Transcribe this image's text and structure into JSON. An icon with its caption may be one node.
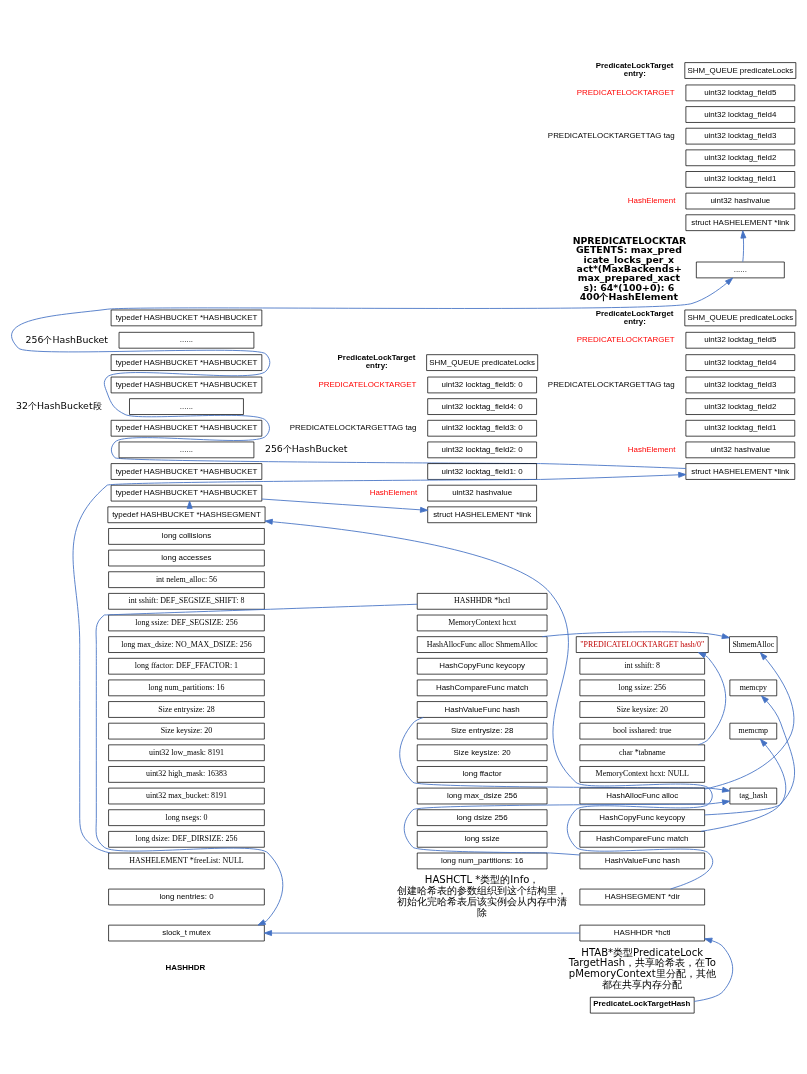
{
  "diagram": {
    "nodes": [
      {
        "text": [
          "SHM_QUEUE predicateLocks"
        ]
      },
      {
        "text": [
          "uint32 locktag_field5"
        ]
      },
      {
        "text": [
          "uint32 locktag_field4"
        ]
      },
      {
        "text": [
          "uint32 locktag_field3"
        ]
      },
      {
        "text": [
          "uint32 locktag_field2"
        ]
      },
      {
        "text": [
          "uint32 locktag_field1"
        ]
      },
      {
        "text": [
          "uint32 hashvalue"
        ]
      },
      {
        "text": [
          "struct HASHELEMENT *link"
        ]
      },
      {
        "text": [
          "......"
        ]
      },
      {
        "text": [
          "SHM_QUEUE predicateLocks"
        ]
      },
      {
        "text": [
          "uint32 locktag_field5"
        ]
      },
      {
        "text": [
          "uint32 locktag_field4"
        ]
      },
      {
        "text": [
          "uint32 locktag_field3"
        ]
      },
      {
        "text": [
          "uint32 locktag_field2"
        ]
      },
      {
        "text": [
          "uint32 locktag_field1"
        ]
      },
      {
        "text": [
          "uint32 hashvalue"
        ]
      },
      {
        "text": [
          "struct HASHELEMENT *link"
        ]
      },
      {
        "text": [
          "SHM_QUEUE predicateLocks"
        ]
      },
      {
        "text": [
          "uint32 locktag_field5: 0"
        ]
      },
      {
        "text": [
          "uint32 locktag_field4: 0"
        ]
      },
      {
        "text": [
          "uint32 locktag_field3: 0"
        ]
      },
      {
        "text": [
          "uint32 locktag_field2: 0"
        ]
      },
      {
        "text": [
          "uint32 locktag_field1: 0"
        ]
      },
      {
        "text": [
          "uint32 hashvalue"
        ]
      },
      {
        "text": [
          "struct HASHELEMENT *link"
        ]
      },
      {
        "text": [
          "typedef HASHBUCKET *HASHBUCKET"
        ]
      },
      {
        "text": [
          "......"
        ]
      },
      {
        "text": [
          "typedef HASHBUCKET *HASHBUCKET"
        ]
      },
      {
        "text": [
          "typedef HASHBUCKET *HASHBUCKET"
        ]
      },
      {
        "text": [
          "......"
        ]
      },
      {
        "text": [
          "typedef HASHBUCKET *HASHBUCKET"
        ]
      },
      {
        "text": [
          "......"
        ]
      },
      {
        "text": [
          "typedef HASHBUCKET *HASHBUCKET"
        ]
      },
      {
        "text": [
          "typedef HASHBUCKET *HASHBUCKET"
        ]
      },
      {
        "text": [
          "typedef HASHBUCKET *HASHSEGMENT"
        ]
      },
      {
        "text": [
          "long collisions"
        ]
      },
      {
        "text": [
          "long accesses"
        ]
      },
      {
        "text": [
          "int nelem_alloc: 56"
        ]
      },
      {
        "text": [
          "int sshift: DEF_SEGSIZE_SHIFT: 8"
        ]
      },
      {
        "text": [
          "long ssize: DEF_SEGSIZE: 256"
        ]
      },
      {
        "text": [
          "long max_dsize: NO_MAX_DSIZE: 256"
        ]
      },
      {
        "text": [
          "long ffactor: DEF_FFACTOR: 1"
        ]
      },
      {
        "text": [
          "long num_partitions: 16"
        ]
      },
      {
        "text": [
          "Size entrysize: 28"
        ]
      },
      {
        "text": [
          "Size keysize: 20"
        ]
      },
      {
        "text": [
          "uint32 low_mask: 8191"
        ]
      },
      {
        "text": [
          "uint32 high_mask: 16383"
        ]
      },
      {
        "text": [
          "uint32 max_bucket: 8191"
        ]
      },
      {
        "text": [
          "long nsegs: 0"
        ]
      },
      {
        "text": [
          "long dsize: DEF_DIRSIZE: 256"
        ]
      },
      {
        "text": [
          "HASHELEMENT *freeList: NULL"
        ]
      },
      {
        "text": [
          "long nentries: 0"
        ]
      },
      {
        "text": [
          "slock_t mutex"
        ]
      },
      {
        "text": [
          "HASHHDR *hctl"
        ]
      },
      {
        "text": [
          "MemoryContext hcxt"
        ]
      },
      {
        "text": [
          "HashAllocFunc alloc ShmemAlloc"
        ]
      },
      {
        "text": [
          "HashCopyFunc keycopy"
        ]
      },
      {
        "text": [
          "HashCompareFunc match"
        ]
      },
      {
        "text": [
          "HashValueFunc hash"
        ]
      },
      {
        "text": [
          "Size entrysize: 28"
        ]
      },
      {
        "text": [
          "Size keysize: 20"
        ]
      },
      {
        "text": [
          "long ffactor"
        ]
      },
      {
        "text": [
          "long max_dsize 256"
        ]
      },
      {
        "text": [
          "long dsize 256"
        ]
      },
      {
        "text": [
          "long ssize"
        ]
      },
      {
        "text": [
          "long num_partitions: 16"
        ]
      },
      {
        "text": [
          "ShmemAlloc"
        ]
      },
      {
        "text": [
          "memcpy"
        ]
      },
      {
        "text": [
          "memcmp"
        ]
      },
      {
        "text": [
          "tag_hash"
        ]
      },
      {
        "text": [
          "\"PREDICATELOCKTARGET hash/0\""
        ]
      },
      {
        "text": [
          "int sshift: 8"
        ]
      },
      {
        "text": [
          "long ssize: 256"
        ]
      },
      {
        "text": [
          "Size keysize: 20"
        ]
      },
      {
        "text": [
          "bool isshared: true"
        ]
      },
      {
        "text": [
          "char *tabname"
        ]
      },
      {
        "text": [
          "MemoryContext hcxt: NULL"
        ]
      },
      {
        "text": [
          "HashAllocFunc alloc"
        ]
      },
      {
        "text": [
          "HashCopyFunc keycopy"
        ]
      },
      {
        "text": [
          "HashCompareFunc match"
        ]
      },
      {
        "text": [
          "HashValueFunc hash"
        ]
      },
      {
        "text": [
          "HASHSEGMENT *dir"
        ]
      },
      {
        "text": [
          "HASHHDR *hctl"
        ]
      },
      {
        "text": [
          "PredicateLockTargetHash"
        ]
      }
    ],
    "edges": [
      {
        "from": 16,
        "to": 8,
        "arrow": "to"
      },
      {
        "from": 8,
        "to": 7,
        "arrow": "to"
      },
      {
        "from": 50,
        "to": 16,
        "arrow": "to"
      },
      {
        "from": 33,
        "to": 24,
        "arrow": "to"
      },
      {
        "from": 34,
        "to": 33,
        "arrow": "to"
      },
      {
        "from": 81,
        "to": 34,
        "arrow": "to"
      },
      {
        "from": 53,
        "to": 52,
        "arrow": "to"
      },
      {
        "from": 82,
        "to": 52,
        "arrow": "to"
      },
      {
        "from": 55,
        "to": 66,
        "arrow": "to"
      },
      {
        "from": 58,
        "to": 69,
        "arrow": "to"
      },
      {
        "from": 77,
        "to": 66,
        "arrow": "to"
      },
      {
        "from": 78,
        "to": 67,
        "arrow": "to"
      },
      {
        "from": 79,
        "to": 68,
        "arrow": "to"
      },
      {
        "from": 80,
        "to": 69,
        "arrow": "to"
      },
      {
        "from": 75,
        "to": 70,
        "arrow": "to"
      },
      {
        "from": 83,
        "to": 82,
        "arrow": "to"
      }
    ],
    "labels": [
      "PredicateLockTarget entry:",
      "PREDICATELOCKTARGET",
      "PREDICATELOCKTARGETTAG tag",
      "HashElement",
      "NPREDICATELOCKTARGETENTS: max_predicate_locks_per_xact*(MaxBackends+max_prepared_xacts): 64*(100+0): 6400个HashElement",
      "PredicateLockTarget entry:",
      "PREDICATELOCKTARGET",
      "256个HashBucket",
      "PREDICATELOCKTARGETTAG tag",
      "PredicateLockTarget entry:",
      "PREDICATELOCKTARGET",
      "32个HashBucket段",
      "PREDICATELOCKTARGETTAG tag",
      "HashElement",
      "256个HashBucket",
      "HashElement",
      "HASHCTL *类型的Info，创建哈希表的参数组织到这个结构里，初始化完哈希表后该实例会从内存中清除",
      "HTAB*类型PredicateLockTargetHash，共享哈希表，在TopMemoryContext里分配，其他都在共享内存分配",
      "HASHHDR"
    ]
  }
}
